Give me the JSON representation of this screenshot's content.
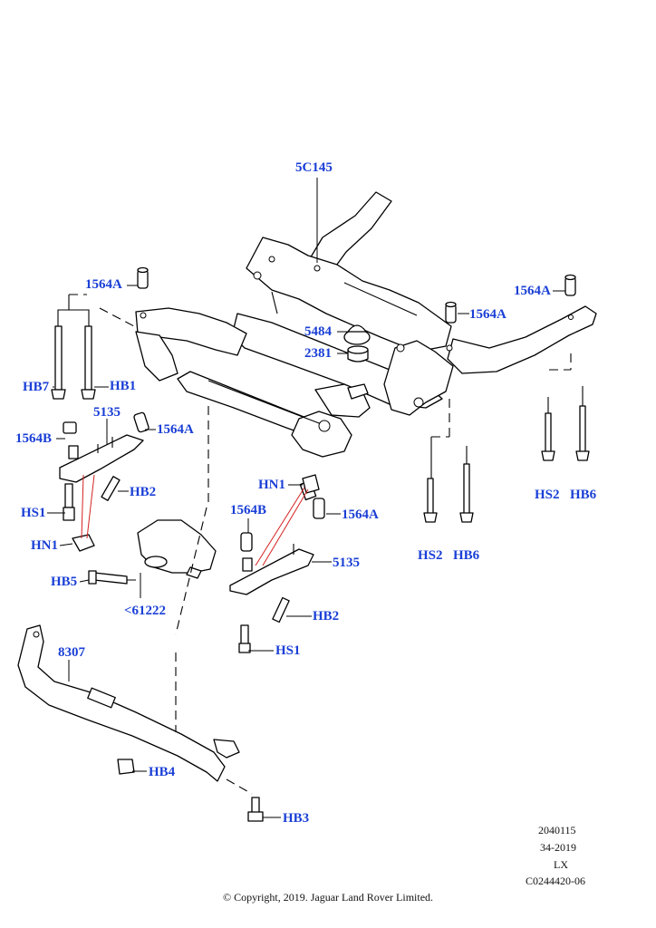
{
  "callouts": {
    "c_5c145": "5C145",
    "c_1564a_left": "1564A",
    "c_1564a_right": "1564A",
    "c_1564a_mid": "1564A",
    "c_5484": "5484",
    "c_2381": "2381",
    "c_hb7": "HB7",
    "c_hb1": "HB1",
    "c_5135_left": "5135",
    "c_1564b_left": "1564B",
    "c_1564a_lower_left": "1564A",
    "c_hb2_left": "HB2",
    "c_hs1_left": "HS1",
    "c_hn1_left": "HN1",
    "c_hb5": "HB5",
    "c_61222": "<61222",
    "c_hn1_mid": "HN1",
    "c_1564b_mid": "1564B",
    "c_1564a_lower_mid": "1564A",
    "c_5135_mid": "5135",
    "c_hb2_mid": "HB2",
    "c_hs1_mid": "HS1",
    "c_hs2_mid": "HS2",
    "c_hb6_mid": "HB6",
    "c_hs2_right": "HS2",
    "c_hb6_right": "HB6",
    "c_8307": "8307",
    "c_hb4": "HB4",
    "c_hb3": "HB3"
  },
  "meta": {
    "line1": "2040115",
    "line2": "34-2019",
    "line3": "LX",
    "line4": "C0244420-06",
    "copyright": "© Copyright, 2019. Jaguar Land Rover Limited."
  },
  "colors": {
    "callout": "#1a3fd6",
    "leader": "#000000",
    "red_leader": "#d42020"
  }
}
